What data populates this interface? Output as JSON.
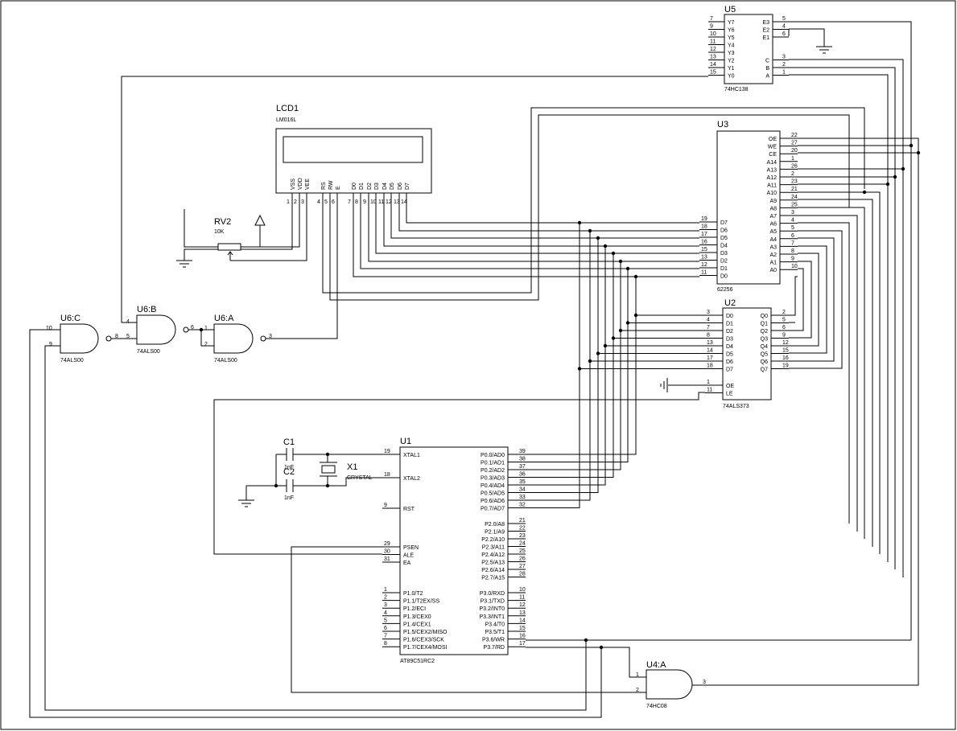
{
  "components": {
    "u5": {
      "ref": "U5",
      "part": "74HC138",
      "left": [
        "Y7",
        "Y6",
        "Y5",
        "Y4",
        "Y3",
        "Y2",
        "Y1",
        "Y0"
      ],
      "left_nums": [
        "7",
        "9",
        "10",
        "11",
        "12",
        "13",
        "14",
        "15"
      ],
      "right": [
        "E3",
        "E2",
        "E1",
        "",
        "",
        "C",
        "B",
        "A"
      ],
      "right_nums": [
        "5",
        "4",
        "6",
        "",
        "",
        "3",
        "2",
        "1"
      ]
    },
    "lcd1": {
      "ref": "LCD1",
      "part": "LM016L",
      "pins": [
        "VSS",
        "VDD",
        "VEE",
        "RS",
        "RW",
        "E",
        "D0",
        "D1",
        "D2",
        "D3",
        "D4",
        "D5",
        "D6",
        "D7"
      ],
      "nums": [
        "1",
        "2",
        "3",
        "4",
        "5",
        "6",
        "7",
        "8",
        "9",
        "10",
        "11",
        "12",
        "13",
        "14"
      ]
    },
    "rv2": {
      "ref": "RV2",
      "value": "10K"
    },
    "u3": {
      "ref": "U3",
      "part": "62256",
      "right": [
        "OE",
        "WE",
        "CE",
        "A14",
        "A13",
        "A12",
        "A11",
        "A10",
        "A9",
        "A8",
        "A7",
        "A6",
        "A5",
        "A4",
        "A3",
        "A2",
        "A1",
        "A0"
      ],
      "right_nums": [
        "22",
        "27",
        "20",
        "1",
        "26",
        "2",
        "23",
        "21",
        "24",
        "25",
        "3",
        "4",
        "5",
        "6",
        "7",
        "8",
        "9",
        "10"
      ],
      "left": [
        "D7",
        "D6",
        "D5",
        "D4",
        "D3",
        "D2",
        "D1",
        "D0"
      ],
      "left_nums": [
        "19",
        "18",
        "17",
        "16",
        "15",
        "13",
        "12",
        "11"
      ]
    },
    "u2": {
      "ref": "U2",
      "part": "74ALS373",
      "left": [
        "D0",
        "D1",
        "D2",
        "D3",
        "D4",
        "D5",
        "D6",
        "D7",
        "OE",
        "LE"
      ],
      "left_nums": [
        "3",
        "4",
        "7",
        "8",
        "13",
        "14",
        "17",
        "18",
        "1",
        "11"
      ],
      "right": [
        "Q0",
        "Q1",
        "Q2",
        "Q3",
        "Q4",
        "Q5",
        "Q6",
        "Q7"
      ],
      "right_nums": [
        "2",
        "5",
        "6",
        "9",
        "12",
        "15",
        "16",
        "19"
      ]
    },
    "u6c": {
      "ref": "U6:C",
      "part": "74ALS00",
      "pins": [
        "10",
        "9",
        "8"
      ]
    },
    "u6b": {
      "ref": "U6:B",
      "part": "74ALS00",
      "pins": [
        "4",
        "5",
        "6"
      ]
    },
    "u6a": {
      "ref": "U6:A",
      "part": "74ALS00",
      "pins": [
        "1",
        "2",
        "3"
      ]
    },
    "c1": {
      "ref": "C1",
      "value": "1nF"
    },
    "c2": {
      "ref": "C2",
      "value": "1nF"
    },
    "x1": {
      "ref": "X1",
      "value": "CRYSTAL"
    },
    "u1": {
      "ref": "U1",
      "part": "AT89C51RC2",
      "left": [
        "XTAL1",
        "XTAL2",
        "RST",
        "PSEN",
        "ALE",
        "EA",
        "P1.0/T2",
        "P1.1/T2EX/SS",
        "P1.2/ECI",
        "P1.3/CEX0",
        "P1.4/CEX1",
        "P1.5/CEX2/MISO",
        "P1.6/CEX3/SCK",
        "P1.7/CEX4/MOSI"
      ],
      "left_nums": [
        "19",
        "18",
        "9",
        "29",
        "30",
        "31",
        "1",
        "2",
        "3",
        "4",
        "5",
        "6",
        "7",
        "8"
      ],
      "right": [
        "P0.0/AD0",
        "P0.1/AD1",
        "P0.2/AD2",
        "P0.3/AD3",
        "P0.4/AD4",
        "P0.5/AD5",
        "P0.6/AD6",
        "P0.7/AD7",
        "P2.0/A8",
        "P2.1/A9",
        "P2.2/A10",
        "P2.3/A11",
        "P2.4/A12",
        "P2.5/A13",
        "P2.6/A14",
        "P2.7/A15",
        "P3.0/RXD",
        "P3.1/TXD",
        "P3.2/INT0",
        "P3.3/INT1",
        "P3.4/T0",
        "P3.5/T1",
        "P3.6/WR",
        "P3.7/RD"
      ],
      "right_nums": [
        "39",
        "38",
        "37",
        "36",
        "35",
        "34",
        "33",
        "32",
        "21",
        "22",
        "23",
        "24",
        "25",
        "26",
        "27",
        "28",
        "10",
        "11",
        "12",
        "13",
        "14",
        "15",
        "16",
        "17"
      ]
    },
    "u4a": {
      "ref": "U4:A",
      "part": "74HC08",
      "pins": [
        "1",
        "2",
        "3"
      ]
    }
  }
}
